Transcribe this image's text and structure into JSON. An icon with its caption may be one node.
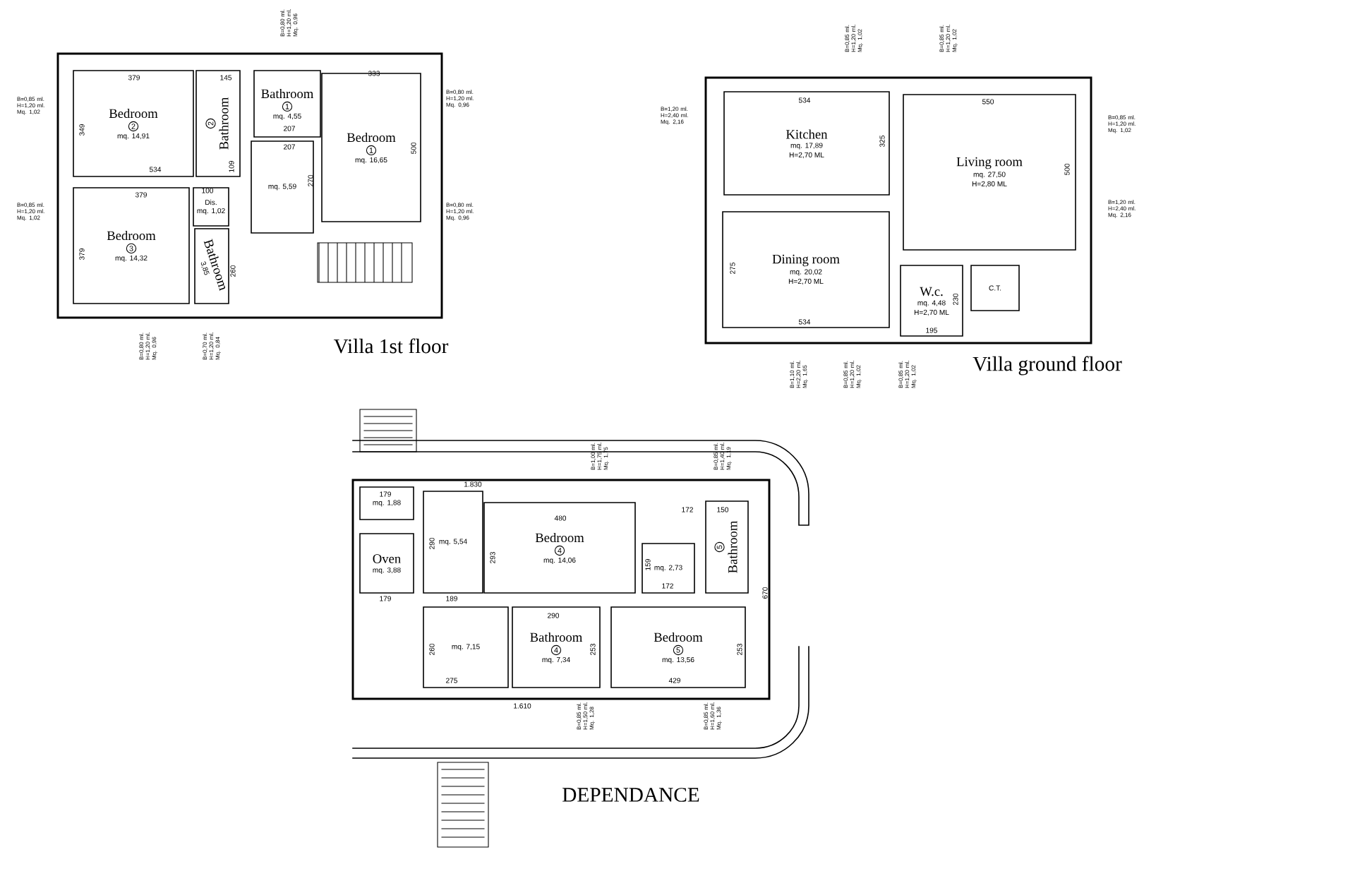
{
  "diagram": {
    "nodes": [
      {
        "text": [
          "Villa 1st floor"
        ]
      },
      {
        "text": [
          "Bedroom",
          "2",
          "mq. 14,91"
        ],
        "in": 0
      },
      {
        "text": [
          "2",
          "Bathroom"
        ],
        "in": 0
      },
      {
        "text": [
          "Bathroom",
          "1",
          "mq. 4,55"
        ],
        "in": 0
      },
      {
        "text": [
          "Bedroom",
          "1",
          "mq. 16,65"
        ],
        "in": 0
      },
      {
        "text": [
          "mq. 5,59"
        ],
        "in": 0
      },
      {
        "text": [
          "Dis.",
          "mq. 1,02"
        ],
        "in": 0
      },
      {
        "text": [
          "Bedroom",
          "3",
          "mq. 14,32"
        ],
        "in": 0
      },
      {
        "text": [
          "Bathroom",
          "3,85"
        ],
        "in": 0
      },
      {
        "text": [
          "Villa ground floor"
        ]
      },
      {
        "text": [
          "Kitchen",
          "mq. 17,89",
          "H=2,70 ML"
        ],
        "in": 9
      },
      {
        "text": [
          "Living room",
          "mq. 27,50",
          "H=2,80 ML"
        ],
        "in": 9
      },
      {
        "text": [
          "Dining room",
          "mq. 20,02",
          "H=2,70 ML"
        ],
        "in": 9
      },
      {
        "text": [
          "W.c.",
          "mq. 4,48",
          "H=2,70 ML"
        ],
        "in": 9
      },
      {
        "text": [
          "C.T."
        ],
        "in": 9
      },
      {
        "text": [
          "DEPENDANCE"
        ]
      },
      {
        "text": [
          "mq. 1,88"
        ],
        "in": 15
      },
      {
        "text": [
          "Oven",
          "mq. 3,88"
        ],
        "in": 15
      },
      {
        "text": [
          "mq. 5,54"
        ],
        "in": 15
      },
      {
        "text": [
          "Bedroom",
          "4",
          "mq. 14,06"
        ],
        "in": 15
      },
      {
        "text": [
          "mq. 2,73"
        ],
        "in": 15
      },
      {
        "text": [
          "5",
          "Bathroom"
        ],
        "in": 15
      },
      {
        "text": [
          "mq. 7,15"
        ],
        "in": 15
      },
      {
        "text": [
          "Bathroom",
          "4",
          "mq. 7,34"
        ],
        "in": 15
      },
      {
        "text": [
          "Bedroom",
          "5",
          "mq. 13,56"
        ],
        "in": 15
      }
    ],
    "labels": [
      "B=0,80 ml. H=1,20 ml. Mq. 0,96",
      "B=0,85 ml. H=1,20 ml. Mq. 1,02",
      "B=0,80 ml. H=1,20 ml. Mq. 0,96",
      "B=0,85 ml. H=1,20 ml. Mq. 1,02",
      "B=0,80 ml. H=1,20 ml. Mq. 0,96",
      "B=0,80 ml. H=1,20 ml. Mq. 0,96",
      "B=0,70 ml. H=1,20 ml. Mq. 0,84",
      "379",
      "145",
      "333",
      "349",
      "534",
      "207",
      "207",
      "109",
      "100",
      "270",
      "500",
      "379",
      "379",
      "260",
      "B=0,85 ml. H=1,20 ml. Mq. 1,02",
      "B=0,85 ml. H=1,20 ml. Mq. 1,02",
      "B=1,20 ml. H=2,40 ml. Mq. 2,16",
      "B=0,85 ml. H=1,20 ml. Mq. 1,02",
      "B=1,20 ml. H=2,40 ml. Mq. 2,16",
      "B=1,10 ml. H=2,20 ml. Mq. 1,65",
      "B=0,85 ml. H=1,20 ml. Mq. 1,02",
      "B=0,85 ml. H=1,20 ml. Mq. 1,02",
      "534",
      "325",
      "550",
      "500",
      "275",
      "534",
      "230",
      "195",
      "B=1,00 ml. H=1,75 ml. Mq. 1,75",
      "B=0,85 ml. H=1,40 ml. Mq. 1,19",
      "1.830",
      "179",
      "179",
      "290",
      "189",
      "480",
      "293",
      "172",
      "150",
      "159",
      "172",
      "670",
      "290",
      "260",
      "253",
      "253",
      "275",
      "429",
      "1.610",
      "B=0,85 ml. H=1,50 ml. Mq. 1,28",
      "B=0,85 ml. H=1,60 ml. Mq. 1,36"
    ]
  }
}
